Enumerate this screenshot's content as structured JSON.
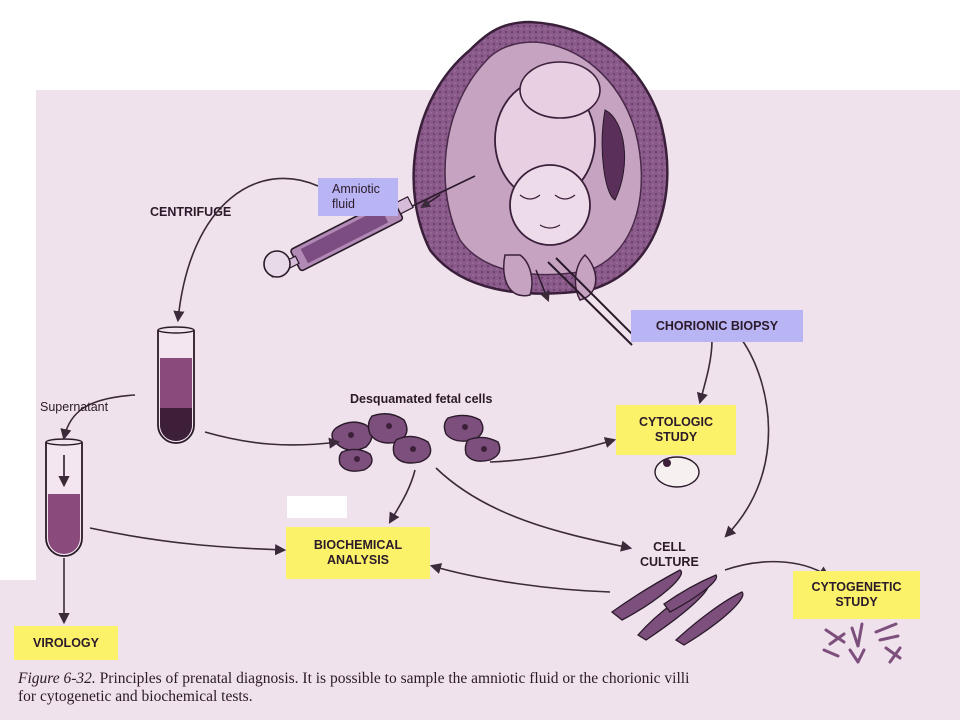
{
  "labels": {
    "amniotic_fluid": "Amniotic\nfluid",
    "centrifuge": "CENTRIFUGE",
    "chorionic_biopsy": "CHORIONIC BIOPSY",
    "supernatant": "Supernatant",
    "desquamated": "Desquamated fetal cells",
    "cytologic_study": "CYTOLOGIC\nSTUDY",
    "biochemical_analysis": "BIOCHEMICAL\nANALYSIS",
    "cell_culture": "CELL\nCULTURE",
    "cytogenetic_study": "CYTOGENETIC\nSTUDY",
    "virology": "VIROLOGY"
  },
  "caption": {
    "figure_number": "Figure 6-32.",
    "text": "Principles of prenatal diagnosis. It is possible to sample the amniotic fluid or the chorionic villi for cytogenetic and biochemical tests."
  },
  "colors": {
    "highlight_yellow": "#fcf26a",
    "highlight_blue": "#b9b4f4",
    "ink_purple": "#6a3f6a",
    "tissue_purple": "#7c4f7c"
  }
}
